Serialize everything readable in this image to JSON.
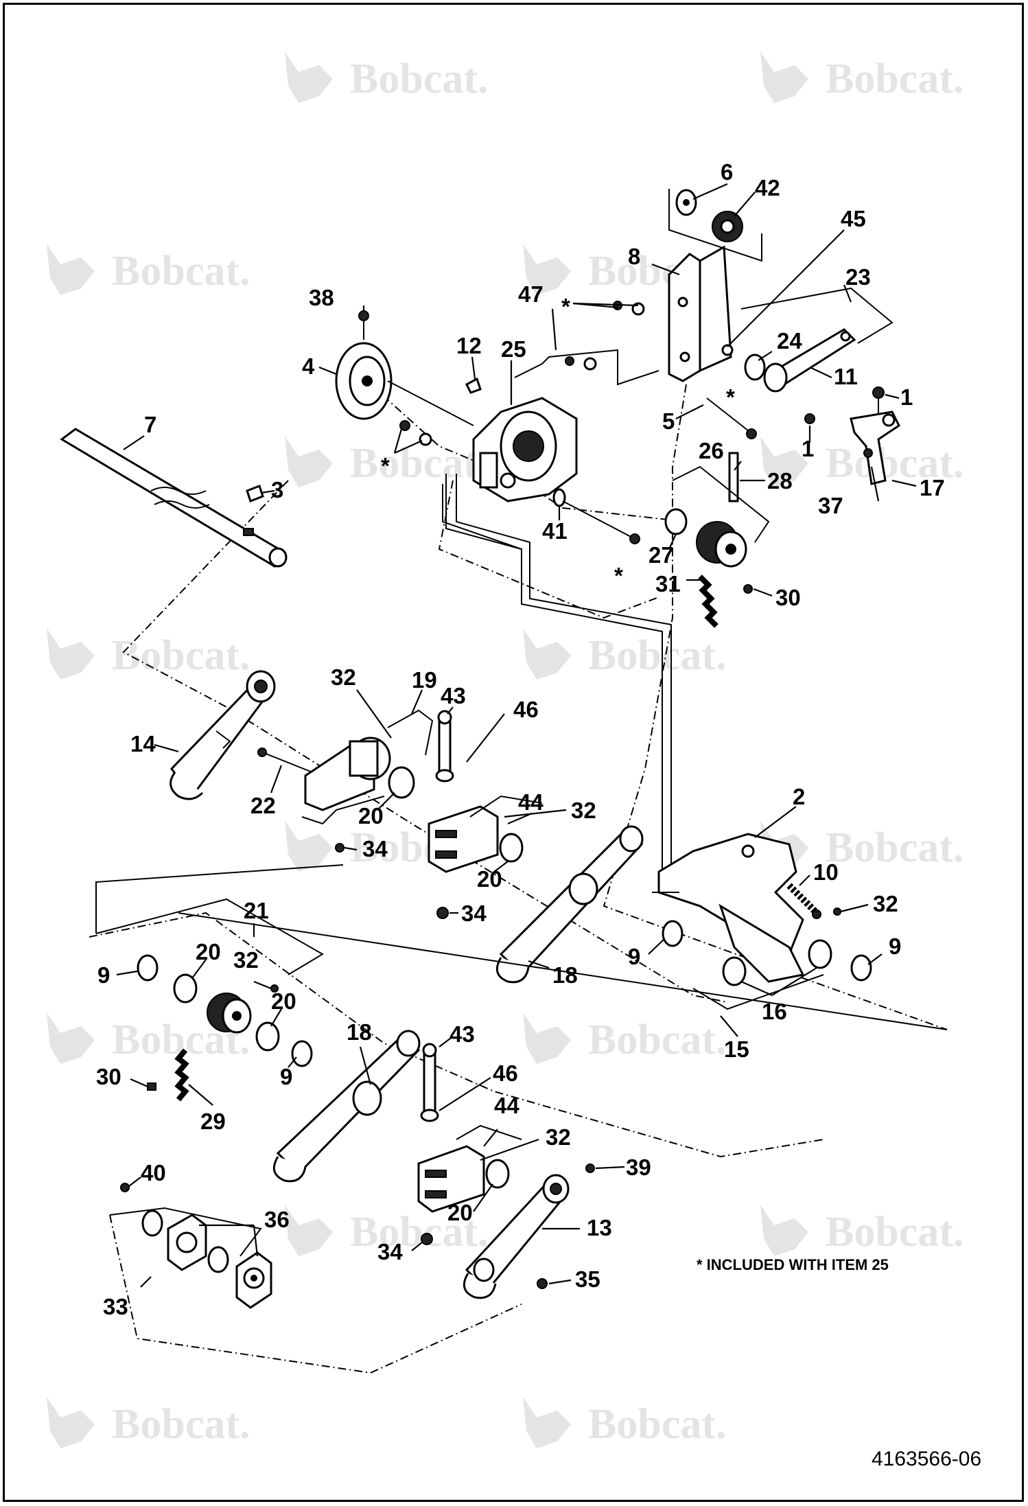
{
  "brand": {
    "watermark_text": "Bobcat.",
    "watermark_color": "#e4e4e4"
  },
  "callouts": {
    "c6": "6",
    "c42": "42",
    "c45": "45",
    "c8": "8",
    "c23": "23",
    "c47": "47",
    "c38": "38",
    "c12": "12",
    "c25": "25",
    "c24": "24",
    "c11": "11",
    "c4": "4",
    "c1a": "1",
    "c5": "5",
    "c1b": "1",
    "c7": "7",
    "c26": "26",
    "c28": "28",
    "c37": "37",
    "c17": "17",
    "c3": "3",
    "c41": "41",
    "c27": "27",
    "c31": "31",
    "c30a": "30",
    "c32a": "32",
    "c19": "19",
    "c43a": "43",
    "c46a": "46",
    "c14": "14",
    "c22": "22",
    "c20a": "20",
    "c44a": "44",
    "c32b": "32",
    "c34a": "34",
    "c20b": "20",
    "c2": "2",
    "c10": "10",
    "c32c": "32",
    "c34b": "34",
    "c21": "21",
    "c9a": "9",
    "c20c": "20",
    "c32d": "32",
    "c20d": "20",
    "c18a": "18",
    "c9b": "9",
    "c9c": "9",
    "c16": "16",
    "c15": "15",
    "c18b": "18",
    "c43b": "43",
    "c30b": "30",
    "c9d": "9",
    "c46b": "46",
    "c29": "29",
    "c44b": "44",
    "c32e": "32",
    "c40": "40",
    "c39": "39",
    "c36": "36",
    "c20e": "20",
    "c13": "13",
    "c34c": "34",
    "c35": "35",
    "c33": "33",
    "star1": "*",
    "star2": "*",
    "star3": "*",
    "star4": "*"
  },
  "note": "* INCLUDED WITH ITEM 25",
  "doc_number": "4163566-06"
}
